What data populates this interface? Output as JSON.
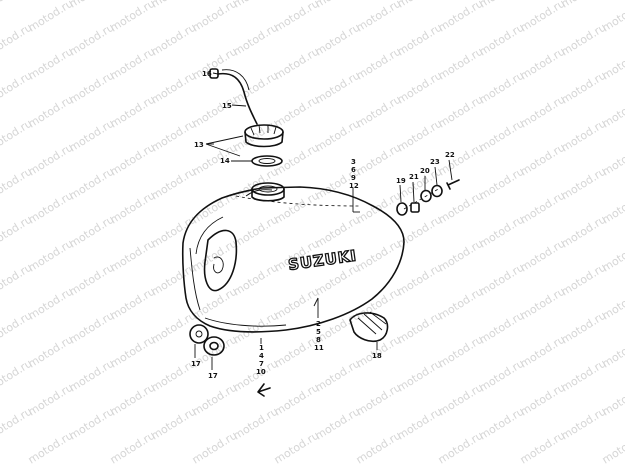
{
  "watermark_text": "motod.ru",
  "brand_label": "SUZUKI",
  "callouts": {
    "hose_clip": "16",
    "hose": "15",
    "cap": "13",
    "cap_gasket": "14",
    "stack_a": [
      "3",
      "6",
      "9",
      "12"
    ],
    "stack_b": [
      "2",
      "5",
      "8",
      "11"
    ],
    "stack_c": [
      "1",
      "4",
      "7",
      "10"
    ],
    "cushion_left": "17",
    "cushion_right": "17",
    "rear_bracket": "18",
    "washer_outer": "19",
    "spacer": "21",
    "washer_inner": "20",
    "cushion_rubber": "23",
    "bolt": "22"
  },
  "colors": {
    "ink": "#111111",
    "watermark": "#d6d6d6",
    "paper": "#ffffff"
  }
}
